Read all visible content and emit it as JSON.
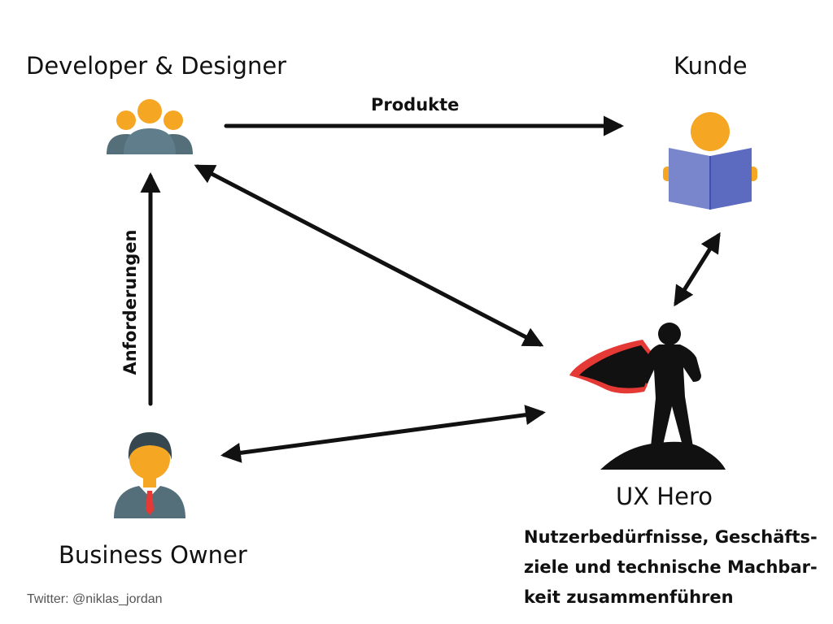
{
  "nodes": {
    "developer": {
      "label": "Developer & Designer"
    },
    "kunde": {
      "label": "Kunde"
    },
    "business": {
      "label": "Business Owner"
    },
    "hero": {
      "label": "UX Hero"
    }
  },
  "edges": {
    "produkte": "Produkte",
    "anforderungen": "Anforderungen"
  },
  "note_lines": [
    "Nutzerbedürfnisse, Geschäfts-",
    "ziele und technische Machbar-",
    "keit zusammenführen"
  ],
  "credit": "Twitter: @niklas_jordan",
  "colors": {
    "accent_orange": "#f5a623",
    "person_slate": "#546e7a",
    "reader_book": "#5c6bc0",
    "cape_red": "#e53935",
    "arrow": "#111111"
  },
  "icons": {
    "developer": "team-icon",
    "kunde": "reader-icon",
    "business": "businessman-icon",
    "hero": "superhero-icon"
  }
}
